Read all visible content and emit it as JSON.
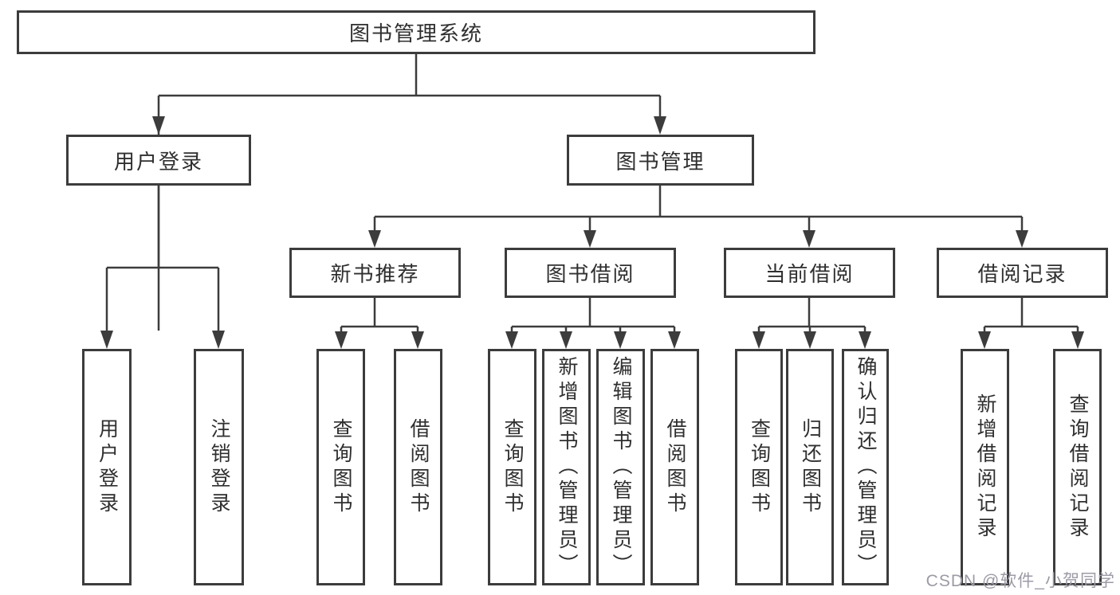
{
  "diagram_title": "图书管理系统",
  "tree": {
    "label": "图书管理系统",
    "children": [
      {
        "label": "用户登录",
        "children": [
          {
            "label": "用户登录"
          },
          {
            "label": "注销登录"
          }
        ]
      },
      {
        "label": "图书管理",
        "children": [
          {
            "label": "新书推荐",
            "children": [
              {
                "label": "查询图书"
              },
              {
                "label": "借阅图书"
              }
            ]
          },
          {
            "label": "图书借阅",
            "children": [
              {
                "label": "查询图书"
              },
              {
                "label": "新增图书（管理员）"
              },
              {
                "label": "编辑图书（管理员）"
              },
              {
                "label": "借阅图书"
              }
            ]
          },
          {
            "label": "当前借阅",
            "children": [
              {
                "label": "查询图书"
              },
              {
                "label": "归还图书"
              },
              {
                "label": "确认归还（管理员）"
              }
            ]
          },
          {
            "label": "借阅记录",
            "children": [
              {
                "label": "新增借阅记录"
              },
              {
                "label": "查询借阅记录"
              }
            ]
          }
        ]
      }
    ]
  },
  "watermark": "CSDN @软件_小贺同学",
  "colors": {
    "line": "#3c3c3c",
    "box_border": "#3c3c3c",
    "background": "#ffffff",
    "text": "#2f2f2f",
    "watermark": "#9b9ba6"
  }
}
